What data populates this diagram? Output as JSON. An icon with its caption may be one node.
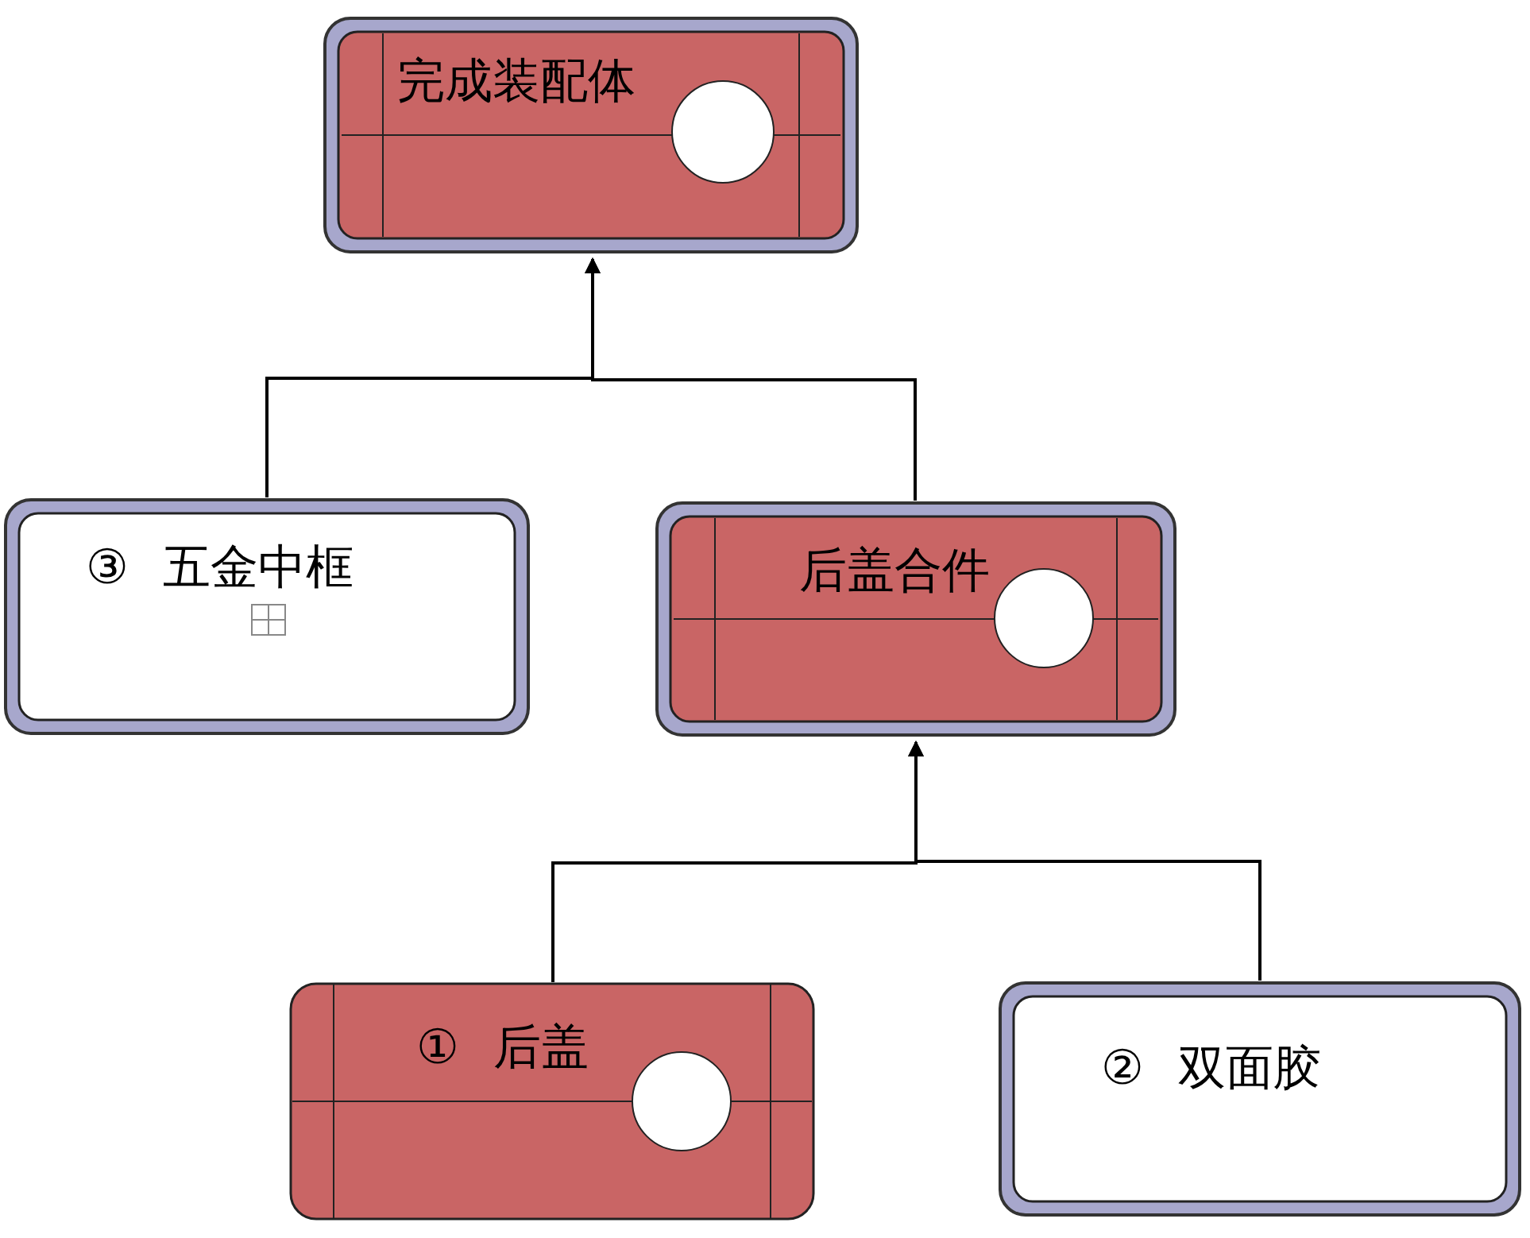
{
  "diagram": {
    "nodes": [
      {
        "text": [
          "完成装配体"
        ]
      },
      {
        "text": [
          "③ 五金中框"
        ]
      },
      {
        "text": [
          "后盖合件"
        ]
      },
      {
        "text": [
          "① 后盖"
        ]
      },
      {
        "text": [
          "② 双面胶"
        ]
      }
    ],
    "edges": [
      {
        "from": 1,
        "to": 0,
        "arrow": "to"
      },
      {
        "from": 2,
        "to": 0,
        "arrow": "to"
      },
      {
        "from": 3,
        "to": 2,
        "arrow": "to"
      },
      {
        "from": 4,
        "to": 2,
        "arrow": "to"
      }
    ]
  }
}
